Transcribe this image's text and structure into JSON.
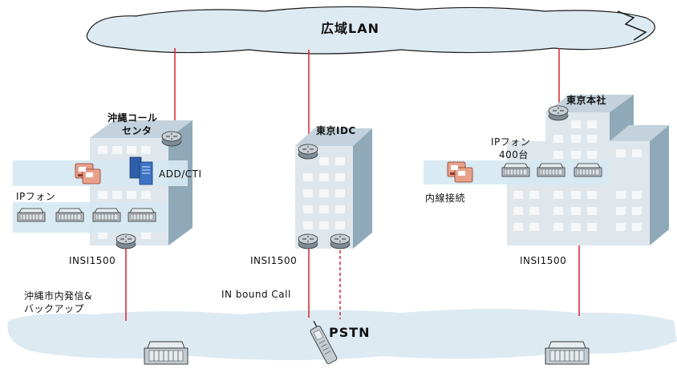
{
  "wan": {
    "label": "広域LAN"
  },
  "pstn": {
    "label": "PSTN"
  },
  "sites": {
    "okinawa": {
      "name_line1": "沖縄コール",
      "name_line2": "センタ",
      "server_label": "ADD/CTI",
      "phones_label": "IPフォン",
      "device_label": "INSI1500",
      "pstn_label_line1": "沖縄市内発信&",
      "pstn_label_line2": "バックアップ"
    },
    "tokyo_idc": {
      "name": "東京IDC",
      "device_label": "INSI1500",
      "pstn_label": "IN bound Call"
    },
    "tokyo_hq": {
      "name": "東京本社",
      "phones_label_line1": "IPフォン",
      "phones_label_line2": "400台",
      "extension_label": "内線接続",
      "device_label": "INSI1500"
    }
  },
  "colors": {
    "cloud": "#ddeaf2",
    "cloud_outline": "#1a1a1a",
    "building_front": "#dfe7ec",
    "building_side": "#8fa9b8",
    "building_top": "#c3d2dc",
    "window": "#f5f7f9",
    "band": "#d6e8f2",
    "link": "#d9232e"
  },
  "icons": {
    "router": "router-icon",
    "ip_phone": "ip-phone-icon",
    "cti_server": "server-icon",
    "agent_group": "agent-group-icon",
    "mobile_phone": "mobile-phone-icon",
    "desk_phone": "desk-phone-icon"
  }
}
